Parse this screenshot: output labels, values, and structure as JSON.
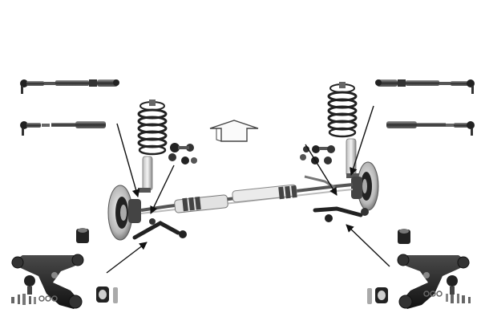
{
  "diagram": {
    "kind": "front-suspension-exploded-view",
    "colors": {
      "metal_dark": "#3a3a3a",
      "metal_mid": "#8a8a8a",
      "metal_light": "#d4d4d4",
      "arrow": "#111111",
      "background": "#ffffff"
    },
    "parts": [
      "tie-rod-assembly-left",
      "tie-rod-assembly-right",
      "tie-rod-end-left",
      "tie-rod-end-right",
      "coil-spring-left",
      "coil-spring-right",
      "shock-absorber-left",
      "shock-absorber-right",
      "brake-disc-left",
      "brake-disc-right",
      "steering-rack",
      "stabilizer-link-left",
      "stabilizer-link-right",
      "lower-control-arm-left",
      "lower-control-arm-right",
      "control-arm-bushing-left",
      "control-arm-bushing-right",
      "ball-joint-left",
      "ball-joint-right",
      "direction-arrow"
    ]
  }
}
